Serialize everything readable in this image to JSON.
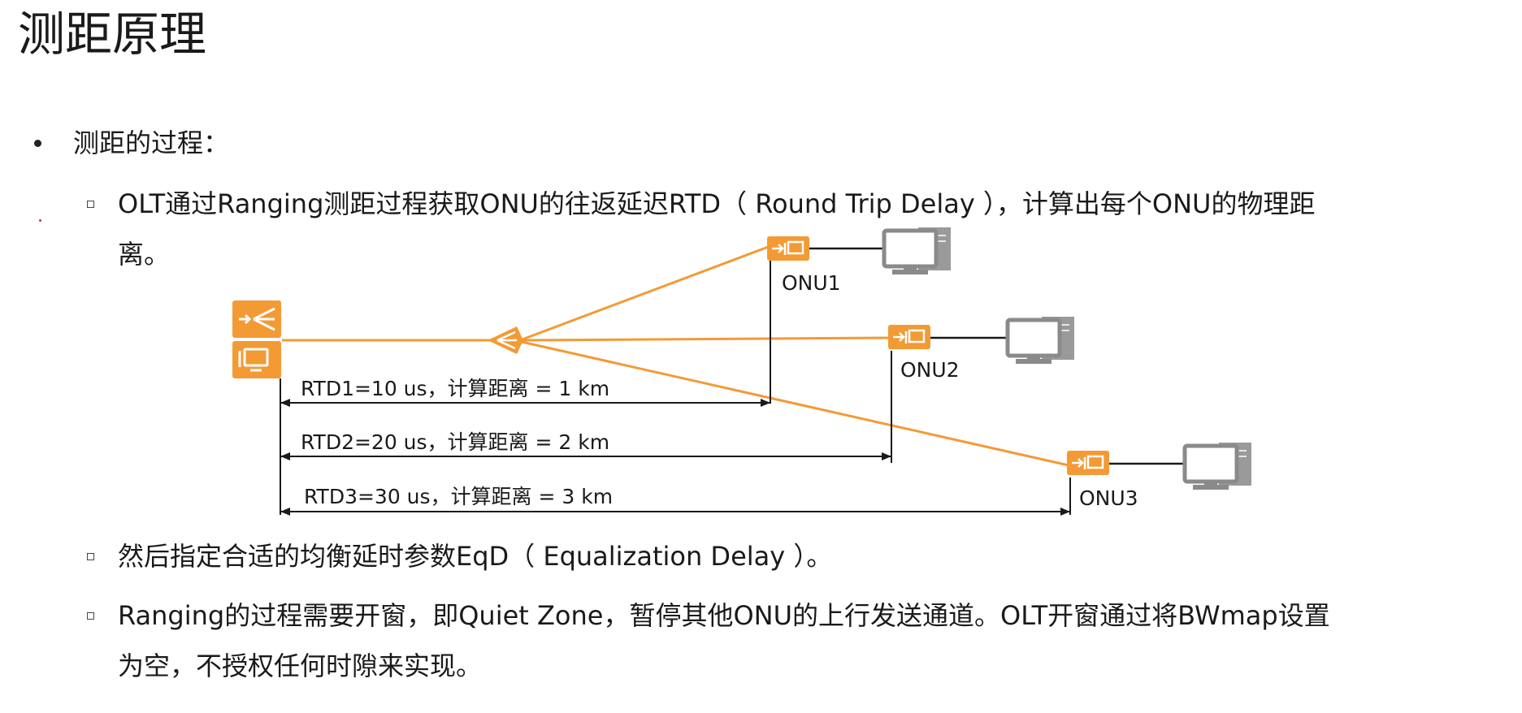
{
  "title": "测距原理",
  "bullet1": "测距的过程：",
  "sub1_line1": "OLT通过Ranging测距过程获取ONU的往返延迟RTD（ Round Trip Delay ），计算出每个ONU的物理距",
  "sub1_line2": "离。",
  "sub2": "然后指定合适的均衡延时参数EqD（ Equalization Delay ）。",
  "sub3_line1": "Ranging的过程需要开窗，即Quiet Zone，暂停其他ONU的上行发送通道。OLT开窗通过将BWmap设置",
  "sub3_line2": "为空，不授权任何时隙来实现。",
  "diagram": {
    "accent_color": "#f39a35",
    "icons": {
      "olt": "olt-device-icon",
      "splitter": "optical-splitter-icon",
      "onu": "onu-device-icon",
      "pc": "computer-icon"
    },
    "onus": [
      {
        "label": "ONU1"
      },
      {
        "label": "ONU2"
      },
      {
        "label": "ONU3"
      }
    ],
    "rtd": [
      {
        "text": "RTD1=10 us，计算距离 = 1 km"
      },
      {
        "text": "RTD2=20 us，计算距离 = 2 km"
      },
      {
        "text": "RTD3=30 us，计算距离 = 3 km"
      }
    ]
  }
}
